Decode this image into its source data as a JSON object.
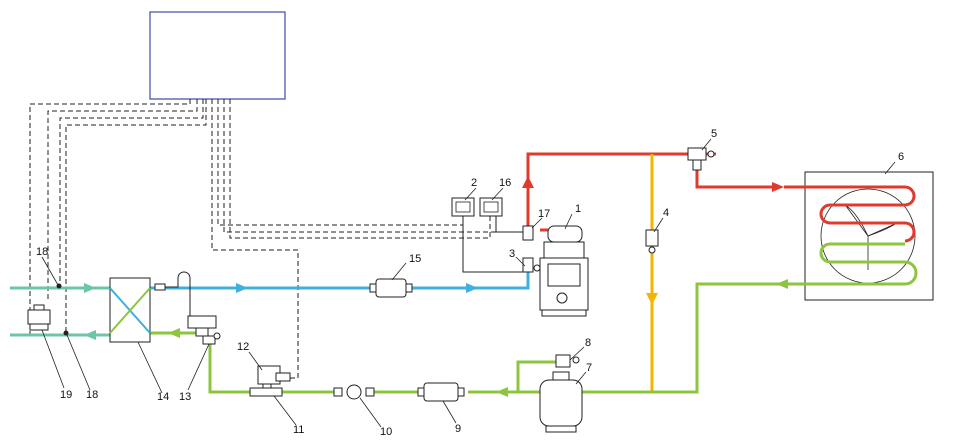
{
  "labels": {
    "n1": "1",
    "n2": "2",
    "n3": "3",
    "n4": "4",
    "n5": "5",
    "n6": "6",
    "n7": "7",
    "n8": "8",
    "n9": "9",
    "n10": "10",
    "n11": "11",
    "n12": "12",
    "n13": "13",
    "n14": "14",
    "n15": "15",
    "n16": "16",
    "n17": "17",
    "n18a": "18",
    "n18b": "18",
    "n19": "19"
  },
  "colors": {
    "discharge": "#e03a2f",
    "liquid": "#8cc63f",
    "suction": "#3fb0dc",
    "hot_gas_bypass": "#f5b400",
    "water": "#6cc6a4",
    "wiring": "#222222"
  }
}
